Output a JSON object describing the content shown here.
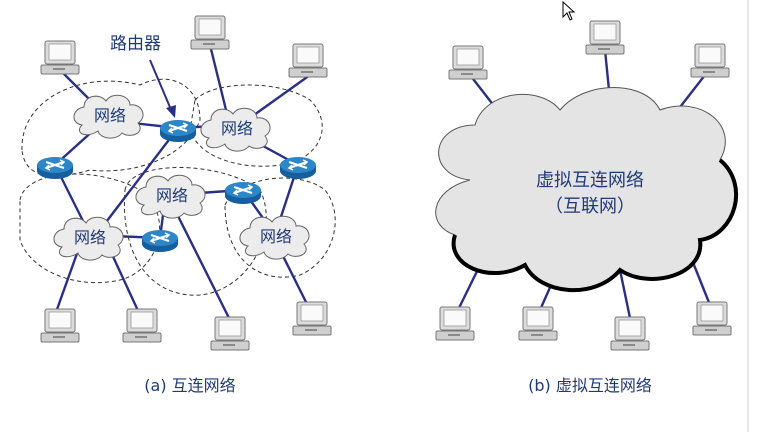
{
  "left": {
    "router_label": "路由器",
    "network_label": "网络",
    "caption": "(a) 互连网络"
  },
  "right": {
    "cloud_title": "虚拟互连网络",
    "cloud_subtitle": "（互联网）",
    "caption": "(b) 虚拟互连网络"
  },
  "colors": {
    "link": "#2a2f86",
    "text": "#1f3a78",
    "router": "#1f74b8",
    "cloud_fill": "#e4e4e4"
  }
}
